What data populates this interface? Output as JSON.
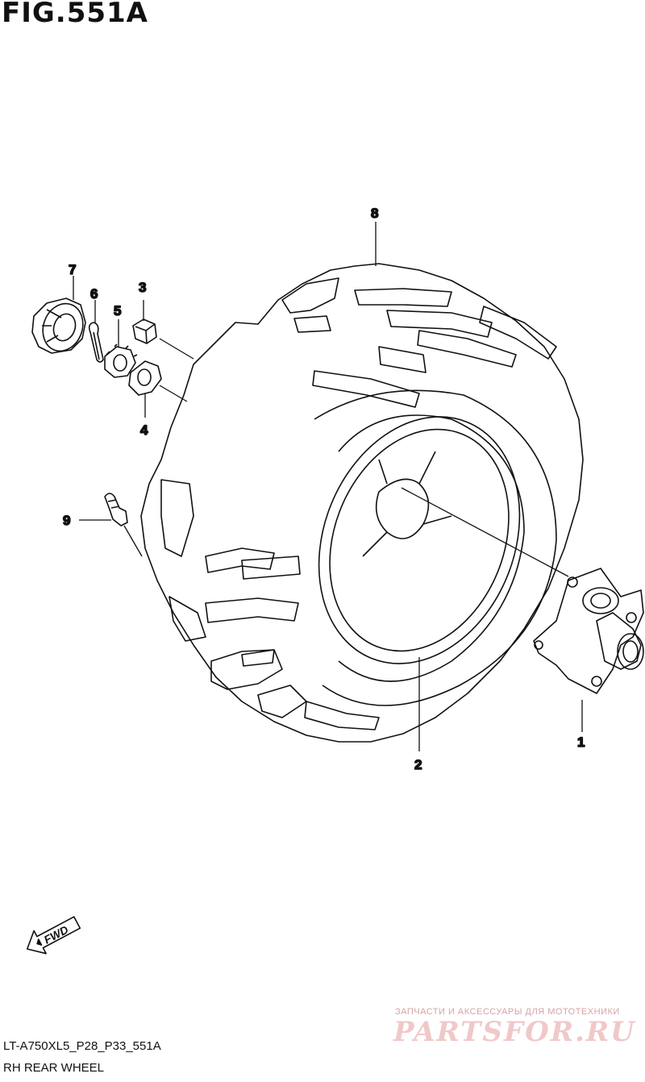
{
  "figure": {
    "title": "FIG.551A",
    "model_code": "LT-A750XL5_P28_P33_551A",
    "description": "RH REAR WHEEL"
  },
  "callouts": [
    {
      "id": "1",
      "label": "1"
    },
    {
      "id": "2",
      "label": "2"
    },
    {
      "id": "3",
      "label": "3"
    },
    {
      "id": "4",
      "label": "4"
    },
    {
      "id": "5",
      "label": "5"
    },
    {
      "id": "6",
      "label": "6"
    },
    {
      "id": "7",
      "label": "7"
    },
    {
      "id": "8",
      "label": "8"
    },
    {
      "id": "9",
      "label": "9"
    }
  ],
  "direction_arrow": {
    "label": "FWD",
    "icon": "fwd-arrow-icon"
  },
  "watermark": {
    "tagline": "ЗАПЧАСТИ И АКСЕССУАРЫ ДЛЯ МОТОТЕХНИКИ",
    "brand": "PARTSFOR.RU"
  }
}
